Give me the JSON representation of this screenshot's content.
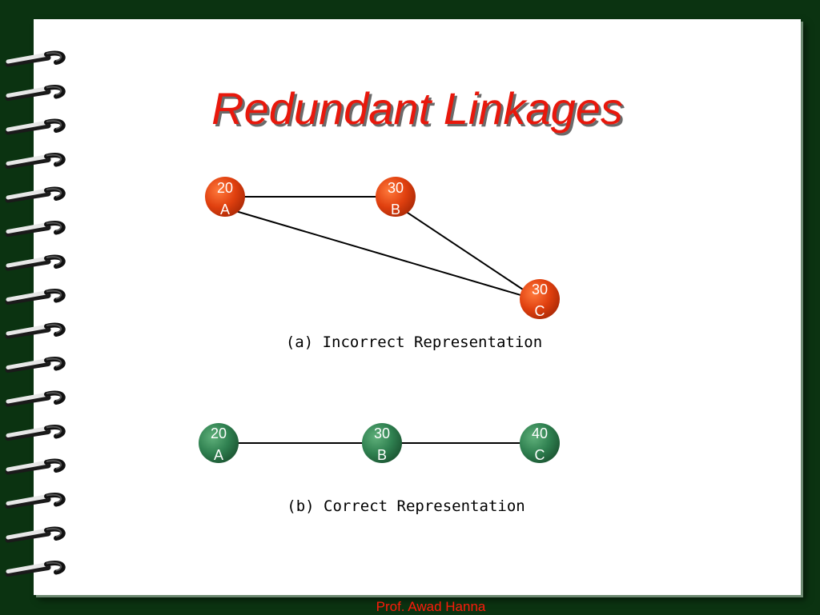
{
  "slide": {
    "title": "Redundant Linkages",
    "footer": "Prof. Awad Hanna"
  },
  "diagram_a": {
    "caption": "(a) Incorrect Representation",
    "node_color": "#d9380c",
    "nodes": [
      {
        "value": "20",
        "letter": "A"
      },
      {
        "value": "30",
        "letter": "B"
      },
      {
        "value": "30",
        "letter": "C"
      }
    ],
    "links": [
      [
        "A",
        "B"
      ],
      [
        "A",
        "C"
      ],
      [
        "B",
        "C"
      ]
    ]
  },
  "diagram_b": {
    "caption": "(b) Correct Representation",
    "node_color": "#2a7a48",
    "nodes": [
      {
        "value": "20",
        "letter": "A"
      },
      {
        "value": "30",
        "letter": "B"
      },
      {
        "value": "40",
        "letter": "C"
      }
    ],
    "links": [
      [
        "A",
        "B"
      ],
      [
        "B",
        "C"
      ]
    ]
  },
  "colors": {
    "background": "#0b3311",
    "title": "#e8180c",
    "footer": "#ff1a0a"
  }
}
